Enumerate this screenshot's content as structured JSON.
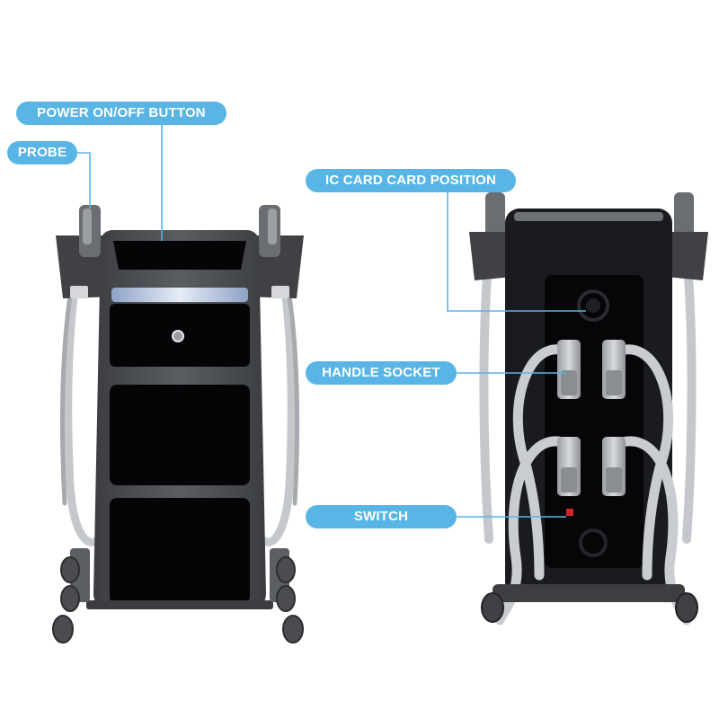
{
  "colors": {
    "label_bg": "#58b5e6",
    "leader_line": "#58b5e6",
    "machine_body": "#4a4c50",
    "panel": "#050507",
    "cable": "#c4c7cc"
  },
  "callouts": {
    "power": "POWER ON/OFF BUTTON",
    "probe": "PROBE",
    "ic_card": "IC CARD CARD POSITION",
    "handle": "HANDLE SOCKET",
    "switch": "SWITCH"
  },
  "icons": {
    "front_unit": "machine-front-icon",
    "back_unit": "machine-back-icon"
  }
}
